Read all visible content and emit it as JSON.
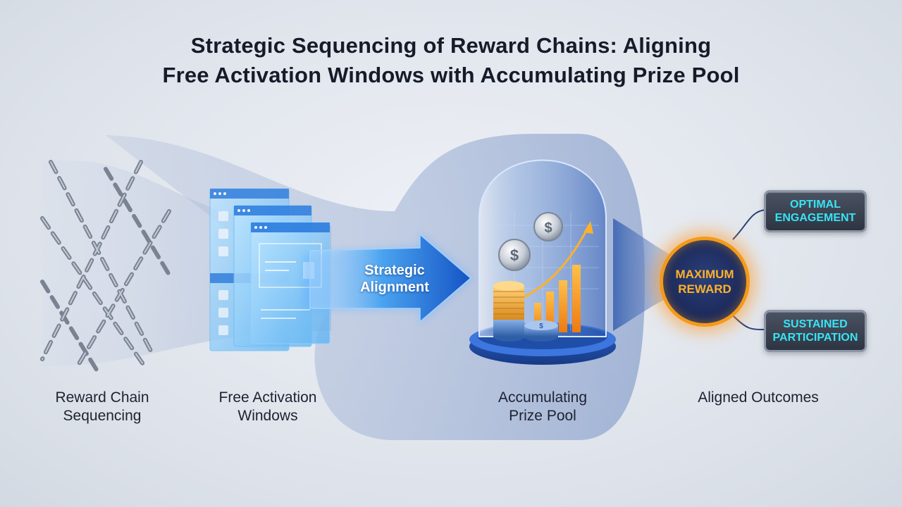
{
  "title": {
    "line1": "Strategic Sequencing of Reward Chains: Aligning",
    "line2": "Free Activation Windows with Accumulating Prize Pool"
  },
  "stages": {
    "reward_chain": {
      "line1": "Reward Chain",
      "line2": "Sequencing",
      "icon": "chain-link-icon"
    },
    "activation_windows": {
      "line1": "Free Activation",
      "line2": "Windows",
      "icon": "browser-windows-icon"
    },
    "prize_pool": {
      "line1": "Accumulating",
      "line2": "Prize Pool",
      "icon": "glass-dome-coins-chart-icon"
    },
    "outcomes": {
      "label": "Aligned Outcomes"
    }
  },
  "arrow": {
    "line1": "Strategic",
    "line2": "Alignment"
  },
  "hub": {
    "line1": "MAXIMUM",
    "line2": "REWARD"
  },
  "outcome_badges": [
    {
      "line1": "OPTIMAL",
      "line2": "ENGAGEMENT"
    },
    {
      "line1": "SUSTAINED",
      "line2": "PARTICIPATION"
    }
  ],
  "colors": {
    "hub_ring": "#f39a1a",
    "hub_text": "#ffb12a",
    "badge_text": "#38e3f5",
    "arrow_blue": "#1f6fd6",
    "bar_orange": "#f7931e"
  }
}
